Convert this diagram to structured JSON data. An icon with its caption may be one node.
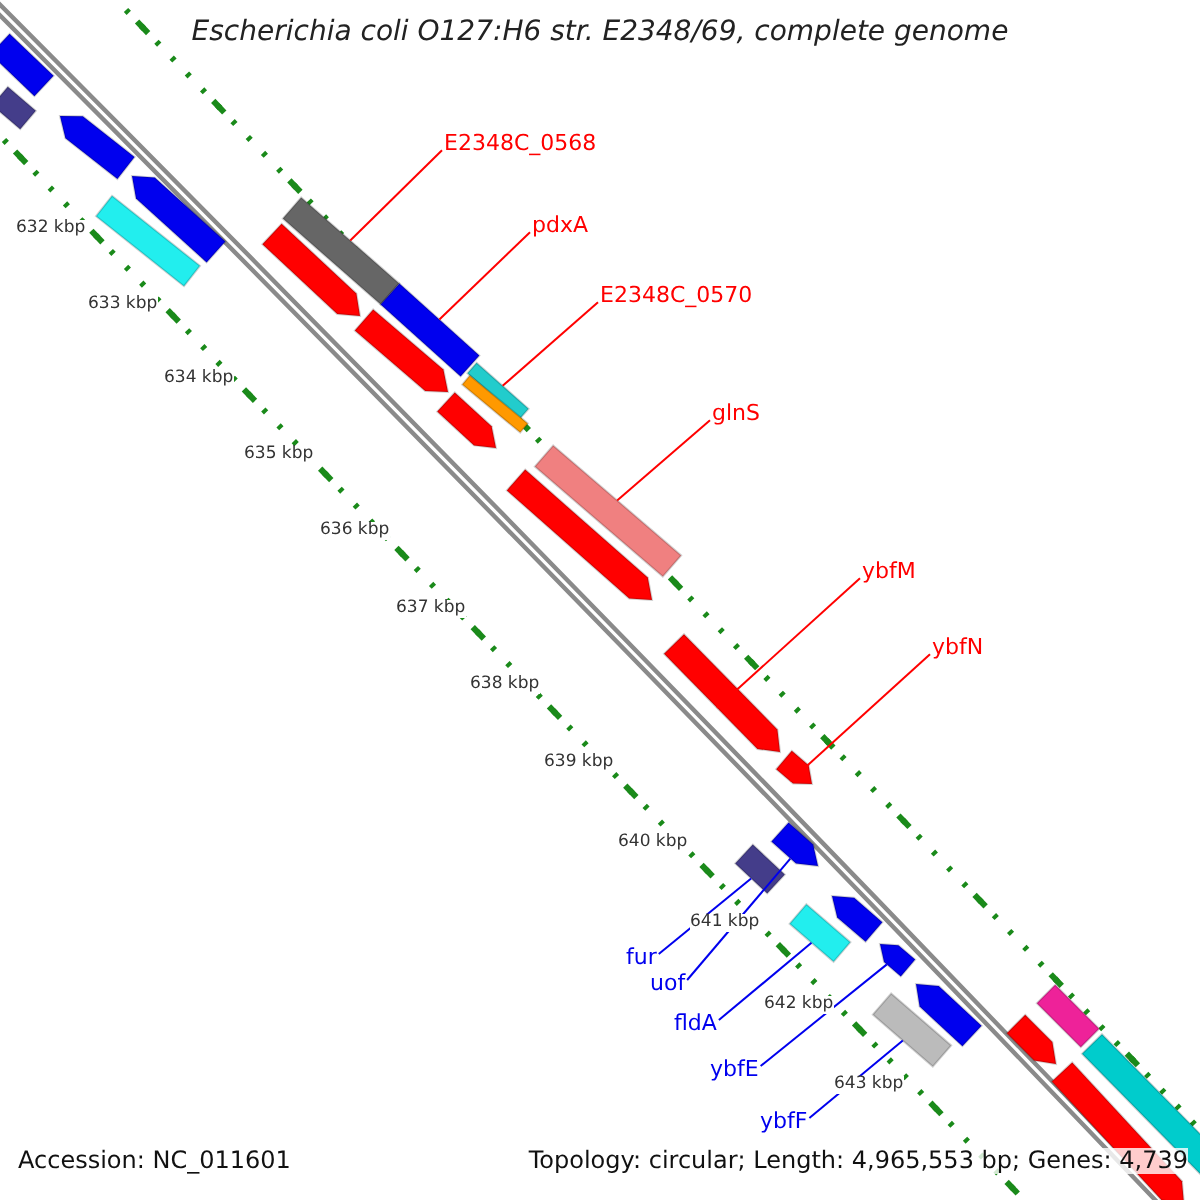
{
  "diagram": {
    "title": "Escherichia coli O127:H6 str. E2348/69, complete genome",
    "nodes": [
      {
        "text": [
          "E2348C_0568"
        ]
      },
      {
        "text": [
          "pdxA"
        ]
      },
      {
        "text": [
          "E2348C_0570"
        ]
      },
      {
        "text": [
          "glnS"
        ]
      },
      {
        "text": [
          "ybfM"
        ]
      },
      {
        "text": [
          "ybfN"
        ]
      },
      {
        "text": [
          "fur"
        ]
      },
      {
        "text": [
          "uof"
        ]
      },
      {
        "text": [
          "fldA"
        ]
      },
      {
        "text": [
          "ybfE"
        ]
      },
      {
        "text": [
          "ybfF"
        ]
      },
      {
        "text": [],
        "shape": "box"
      },
      {
        "text": [],
        "shape": "box"
      },
      {
        "text": [],
        "shape": "box"
      },
      {
        "text": [],
        "shape": "box"
      },
      {
        "text": [],
        "shape": "arrow"
      },
      {
        "text": [],
        "shape": "arrow"
      },
      {
        "text": [],
        "shape": "box"
      },
      {
        "text": [],
        "shape": "arrow"
      },
      {
        "text": [],
        "shape": "box"
      },
      {
        "text": [],
        "shape": "arrow"
      },
      {
        "text": [],
        "shape": "box"
      },
      {
        "text": [],
        "shape": "box"
      },
      {
        "text": [],
        "shape": "box"
      },
      {
        "text": [],
        "shape": "arrow"
      },
      {
        "text": [],
        "shape": "arrow"
      },
      {
        "text": [],
        "shape": "box"
      },
      {
        "text": [],
        "shape": "arrow"
      },
      {
        "text": [],
        "shape": "arrow"
      },
      {
        "text": [],
        "shape": "arrow"
      },
      {
        "text": [],
        "shape": "box"
      },
      {
        "text": [],
        "shape": "arrow"
      },
      {
        "text": [],
        "shape": "arrow"
      },
      {
        "text": [],
        "shape": "arrow"
      },
      {
        "text": [],
        "shape": "box"
      },
      {
        "text": [],
        "shape": "box"
      },
      {
        "text": [],
        "shape": "arrow"
      },
      {
        "text": [],
        "shape": "arrow"
      }
    ],
    "edges": [
      {
        "from": 0,
        "to": 11,
        "arrow": "none"
      },
      {
        "from": 1,
        "to": 12,
        "arrow": "none"
      },
      {
        "from": 2,
        "to": 13,
        "arrow": "none"
      },
      {
        "from": 3,
        "to": 14,
        "arrow": "none"
      },
      {
        "from": 4,
        "to": 15,
        "arrow": "none"
      },
      {
        "from": 5,
        "to": 16,
        "arrow": "none"
      },
      {
        "from": 6,
        "to": 17,
        "arrow": "none",
        "color": "#0000ee"
      },
      {
        "from": 7,
        "to": 18,
        "arrow": "none",
        "color": "#0000ee"
      },
      {
        "from": 8,
        "to": 19,
        "arrow": "none",
        "color": "#0000ee"
      },
      {
        "from": 9,
        "to": 33,
        "arrow": "none",
        "color": "#0000ee"
      },
      {
        "from": 10,
        "to": 21,
        "arrow": "none",
        "color": "#0000ee"
      }
    ],
    "labels": [
      "632 kbp",
      "633 kbp",
      "634 kbp",
      "635 kbp",
      "636 kbp",
      "637 kbp",
      "638 kbp",
      "639 kbp",
      "640 kbp",
      "641 kbp",
      "642 kbp",
      "643 kbp",
      "Accession: NC_011601",
      "Topology: circular; Length: 4,965,553 bp; Genes: 4,739"
    ]
  }
}
